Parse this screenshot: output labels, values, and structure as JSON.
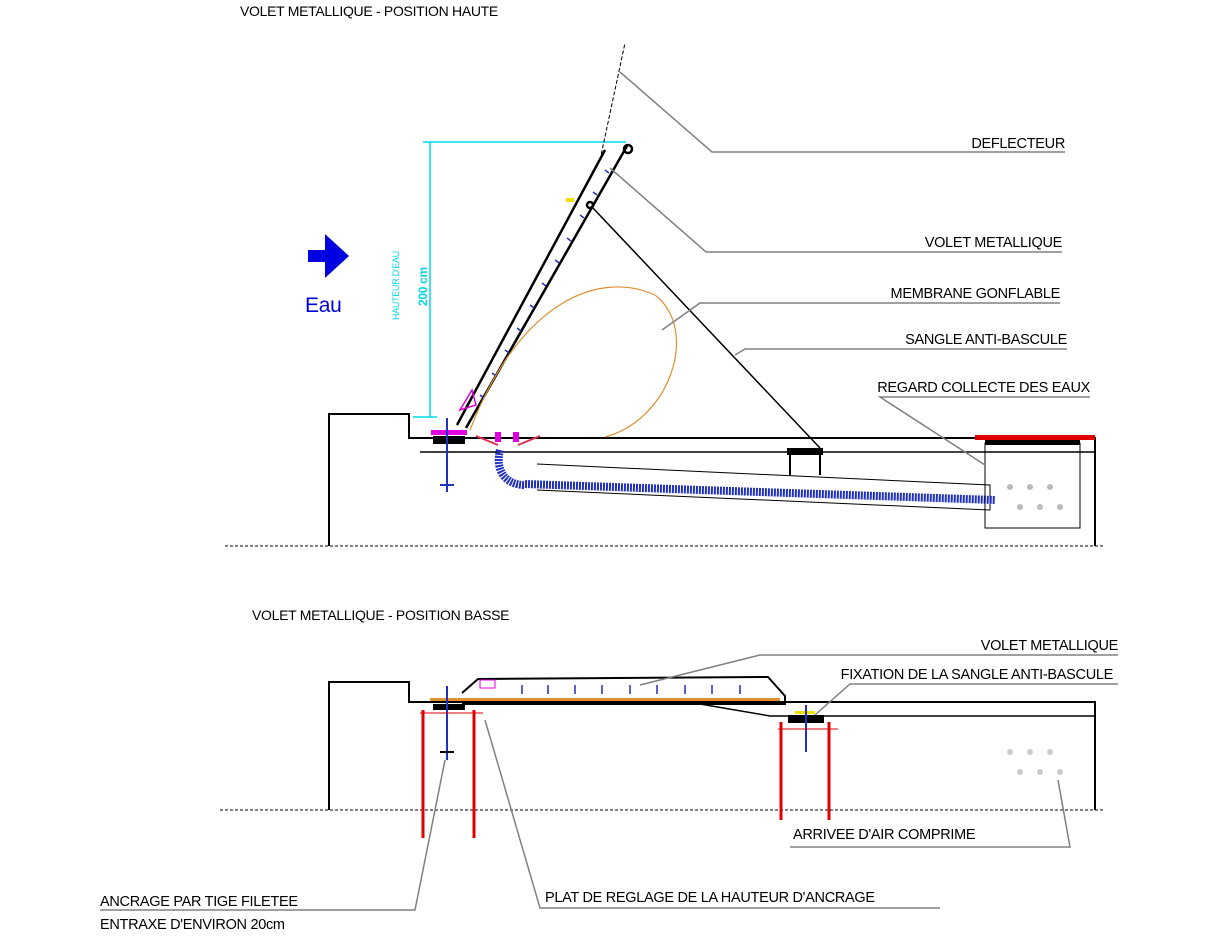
{
  "top_section": {
    "title": "VOLET METALLIQUE - POSITION HAUTE",
    "flow_label": "Eau",
    "dimension_label": "HAUTEUR D'EAU",
    "dimension_value": "200 cm",
    "labels": [
      "DEFLECTEUR",
      "VOLET METALLIQUE",
      "MEMBRANE GONFLABLE",
      "SANGLE ANTI-BASCULE",
      "REGARD COLLECTE DES EAUX"
    ]
  },
  "bottom_section": {
    "title": "VOLET METALLIQUE - POSITION BASSE",
    "labels": [
      "VOLET METALLIQUE",
      "FIXATION DE LA SANGLE ANTI-BASCULE",
      "ARRIVEE D'AIR COMPRIME",
      "ANCRAGE PAR TIGE FILETEE",
      "ENTRAXE D'ENVIRON 20cm",
      "PLAT DE REGLAGE DE LA HAUTEUR D'ANCRAGE"
    ]
  },
  "colors": {
    "water_arrow": "#0000e0",
    "dimension": "#00d8e8",
    "anchor": "#e00000",
    "plate": "#e000e0",
    "membrane": "#e09030",
    "leader": "#808080"
  }
}
